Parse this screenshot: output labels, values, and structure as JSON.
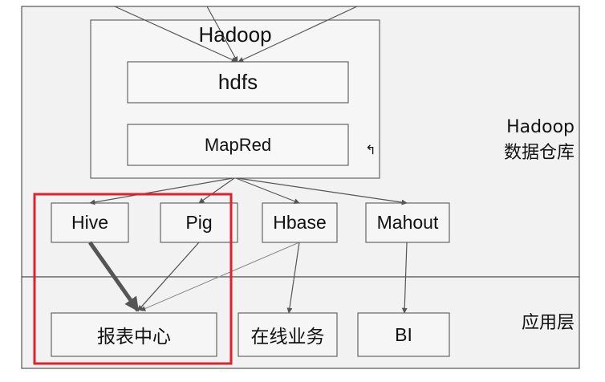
{
  "layers": {
    "warehouse": "Hadoop\n数据仓库",
    "application": "应用层"
  },
  "nodes": {
    "hadoop": "Hadoop",
    "hdfs": "hdfs",
    "mapred": "MapRed",
    "hive": "Hive",
    "pig": "Pig",
    "hbase": "Hbase",
    "mahout": "Mahout",
    "report": "报表中心",
    "online": "在线业务",
    "bi": "BI"
  },
  "annotations": {
    "cursor_mark": "↰"
  },
  "colors": {
    "layer_fill": "#f2f2f2",
    "box_fill": "#f6f6f6",
    "border": "#666666",
    "arrow": "#555555",
    "highlight": "#e0202a"
  }
}
